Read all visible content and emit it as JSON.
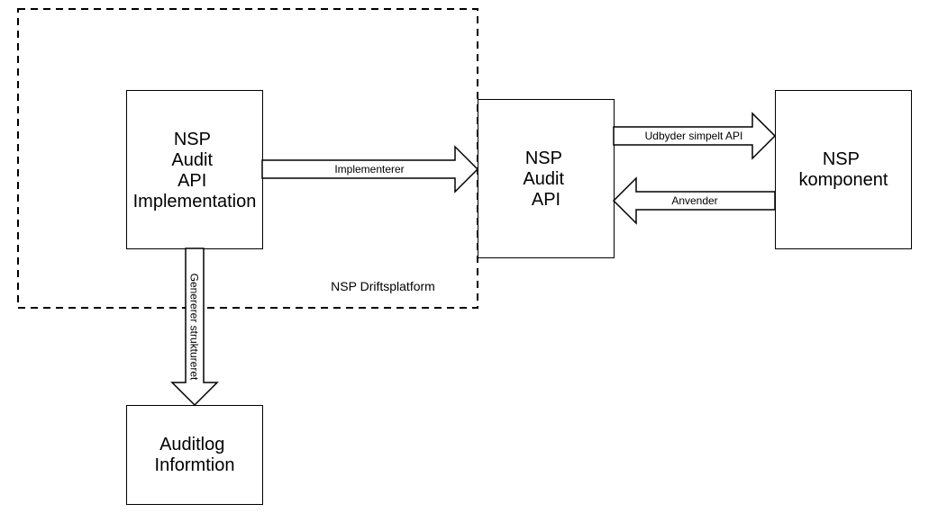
{
  "platform": {
    "label": "NSP Driftsplatform"
  },
  "boxes": {
    "implementation": {
      "lines": [
        "NSP",
        "Audit",
        "API",
        "Implementation"
      ]
    },
    "audit_api": {
      "lines": [
        "NSP",
        "Audit",
        "API"
      ]
    },
    "component": {
      "lines": [
        "NSP",
        "komponent"
      ]
    },
    "auditlog": {
      "lines": [
        "Auditlog",
        "Informtion"
      ]
    }
  },
  "arrows": {
    "implements": {
      "label": "Implementerer"
    },
    "provides": {
      "label": "Udbyder simpelt API"
    },
    "uses": {
      "label": "Anvender"
    },
    "generates": {
      "label": "Genererer struktureret"
    }
  },
  "colors": {
    "stroke": "#000000",
    "fill": "#ffffff"
  }
}
